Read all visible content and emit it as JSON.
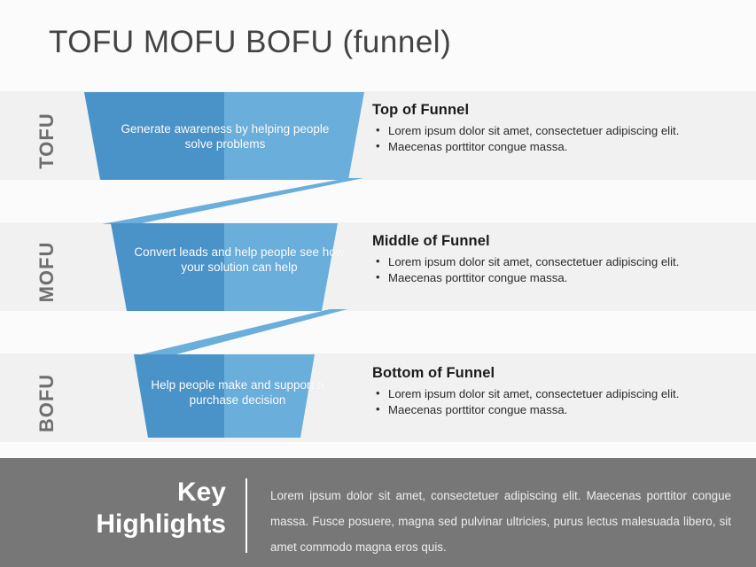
{
  "slide": {
    "title": "TOFU MOFU BOFU (funnel)",
    "colors": {
      "background": "#fbfbfb",
      "band": "#f1f1f1",
      "funnel_dark": "#4a93c9",
      "funnel_light": "#6aaedc",
      "connector": "#6aaedc",
      "footer": "#777777",
      "title_text": "#434343",
      "stage_label": "#6e6e6e"
    }
  },
  "stages": [
    {
      "label": "TOFU",
      "caption": "Generate awareness by helping people solve problems",
      "heading": "Top of Funnel",
      "bullets": [
        "Lorem ipsum dolor sit amet, consectetuer adipiscing elit.",
        "Maecenas porttitor congue massa."
      ]
    },
    {
      "label": "MOFU",
      "caption": "Convert leads and help people see how your solution can help",
      "heading": "Middle of Funnel",
      "bullets": [
        "Lorem ipsum dolor sit amet, consectetuer adipiscing elit.",
        "Maecenas porttitor congue massa."
      ]
    },
    {
      "label": "BOFU",
      "caption": "Help people make and support a purchase decision",
      "heading": "Bottom of Funnel",
      "bullets": [
        "Lorem ipsum dolor sit amet, consectetuer adipiscing elit.",
        "Maecenas porttitor congue massa."
      ]
    }
  ],
  "footer": {
    "heading_line_1": "Key",
    "heading_line_2": "Highlights",
    "body": "Lorem ipsum dolor sit amet, consectetuer adipiscing elit. Maecenas porttitor congue massa. Fusce posuere, magna sed pulvinar ultricies, purus lectus malesuada libero, sit amet commodo magna eros quis."
  }
}
